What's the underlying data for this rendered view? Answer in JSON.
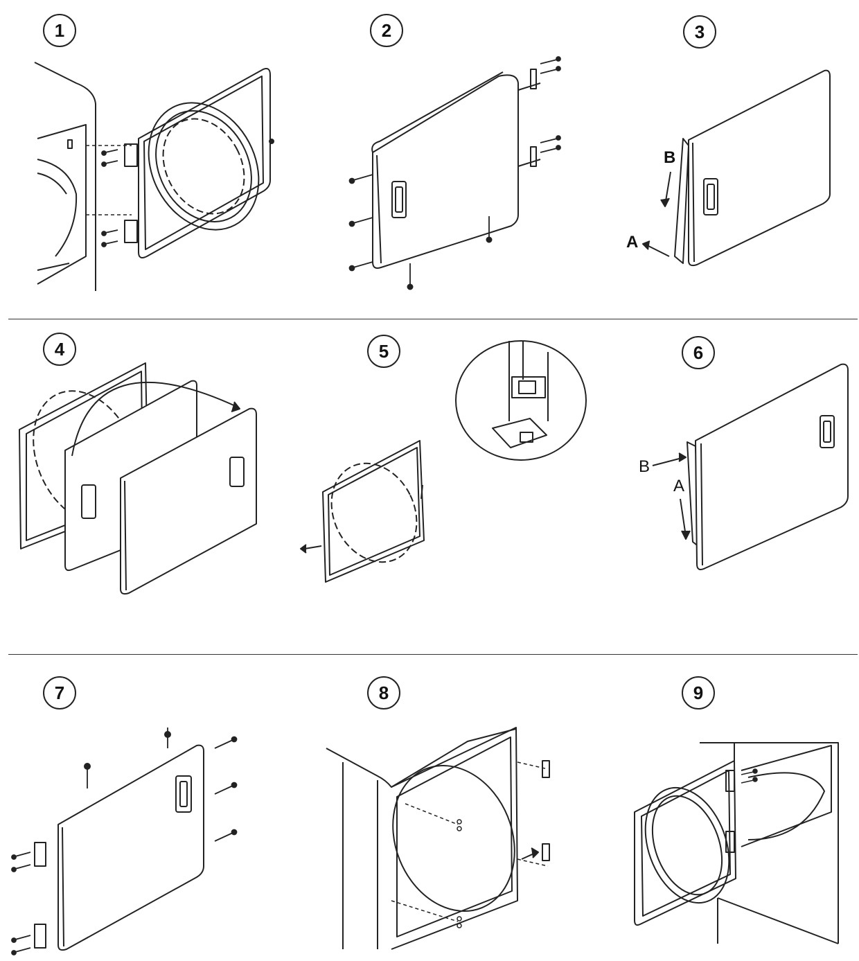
{
  "steps": [
    {
      "number": "1"
    },
    {
      "number": "2"
    },
    {
      "number": "3",
      "labels": [
        "A",
        "B"
      ]
    },
    {
      "number": "4"
    },
    {
      "number": "5"
    },
    {
      "number": "6",
      "labels": [
        "A",
        "B"
      ]
    },
    {
      "number": "7"
    },
    {
      "number": "8"
    },
    {
      "number": "9"
    }
  ],
  "colors": {
    "line": "#222222",
    "panel_fill": "#ffffff",
    "shade": "#e8e8e8"
  },
  "icons": [
    "screw-icon",
    "hinge-icon",
    "arrow-icon",
    "door-handle-icon"
  ]
}
